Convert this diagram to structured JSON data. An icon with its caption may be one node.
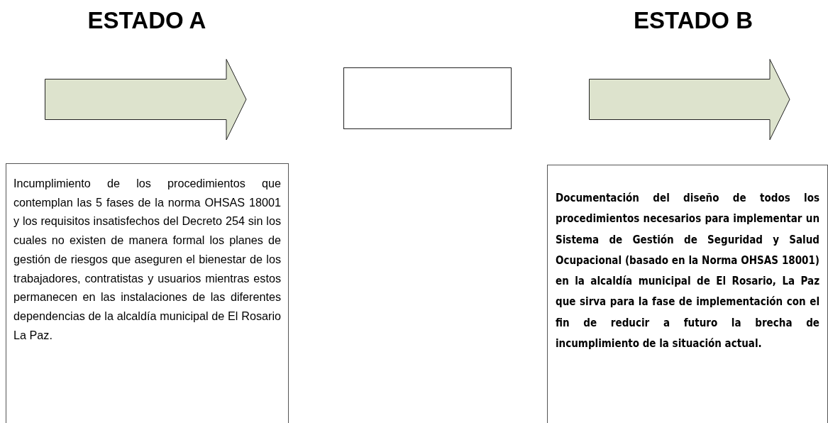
{
  "diagram": {
    "nodes": [
      {
        "text": [],
        "shape": "arrow"
      },
      {
        "text": [],
        "shape": "box"
      },
      {
        "text": [],
        "shape": "arrow"
      },
      {
        "text": [
          "Incumplimiento de los procedimientos que contemplan las 5 fases de la norma OHSAS 18001 y los requisitos insatisfechos del Decreto 254 sin los cuales no existen de manera formal los planes de gestión de riesgos que aseguren el bienestar de los trabajadores, contratistas y usuarios mientras estos permanecen en las instalaciones de las diferentes dependencias de la alcaldía municipal de El Rosario La Paz."
        ]
      },
      {
        "text": [
          "Documentación del diseño de todos los procedimientos necesarios para implementar un Sistema de Gestión de Seguridad y Salud Ocupacional (basado en la Norma OHSAS 18001) en la alcaldía municipal de El Rosario, La Paz que sirva para la fase de implementación con el fin de reducir a futuro la brecha de incumplimiento de la situación actual."
        ]
      }
    ],
    "labels": [
      "ESTADO A",
      "ESTADO B"
    ]
  }
}
